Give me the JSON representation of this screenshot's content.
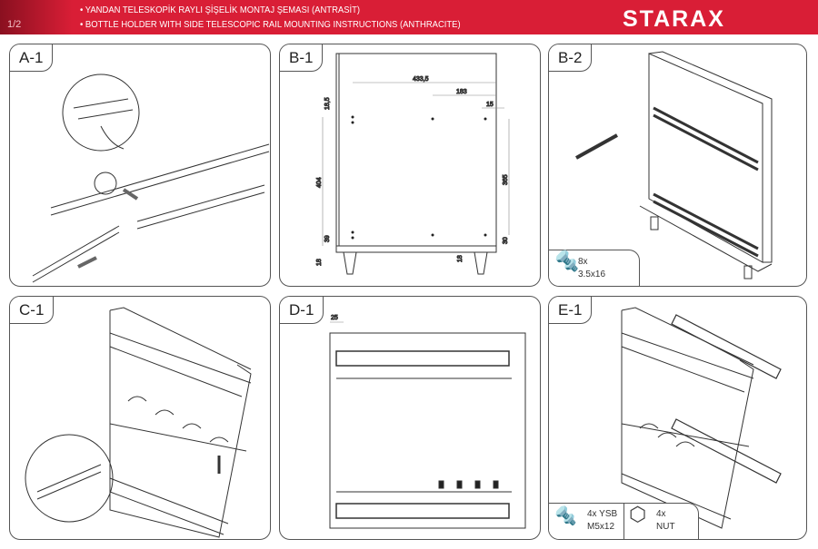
{
  "header": {
    "page": "1/2",
    "title_tr": "• YANDAN TELESKOPİK RAYLI ŞİŞELİK MONTAJ ŞEMASI (ANTRASİT)",
    "title_en": "• BOTTLE HOLDER WITH SIDE TELESCOPIC RAIL MOUNTING INSTRUCTIONS (ANTHRACITE)",
    "logo": "STARAX"
  },
  "panels": {
    "a1": {
      "label": "A-1"
    },
    "b1": {
      "label": "B-1",
      "dims": {
        "width": "433,5",
        "mid": "183",
        "edge": "15",
        "gap": "18,5",
        "left_height": "404",
        "right_height": "365",
        "bottom_left": "39",
        "bottom_right": "30",
        "base_left": "18",
        "base_right": "18"
      }
    },
    "b2": {
      "label": "B-2",
      "parts": {
        "qty": "8x",
        "size": "3.5x16"
      }
    },
    "c1": {
      "label": "C-1"
    },
    "d1": {
      "label": "D-1",
      "dims": {
        "offset": "25"
      }
    },
    "e1": {
      "label": "E-1",
      "parts": {
        "screw_qty": "4x YSB",
        "screw_size": "M5x12",
        "nut_qty": "4x",
        "nut_name": "NUT"
      }
    }
  }
}
